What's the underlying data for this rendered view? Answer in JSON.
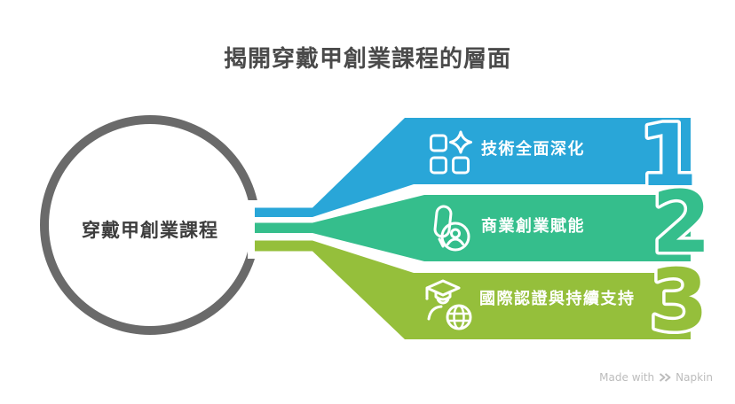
{
  "title": "揭開穿戴甲創業課程的層面",
  "center_circle": {
    "label": "穿戴甲創業課程"
  },
  "items": [
    {
      "number": "1",
      "label": "技術全面深化",
      "color": "#29A6D8",
      "icon": "apps-sparkle-icon"
    },
    {
      "number": "2",
      "label": "商業創業賦能",
      "color": "#35BE8C",
      "icon": "hand-person-icon"
    },
    {
      "number": "3",
      "label": "國際認證與持續支持",
      "color": "#95BF3B",
      "icon": "graduate-globe-icon"
    }
  ],
  "colors": {
    "ring": "#6A6A6A",
    "title_text": "#4A4A4A",
    "circle_label_text": "#3D3D3D",
    "ribbon_label_text": "#FFFFFF",
    "watermark_text": "#BCBCBC",
    "background": "#FFFFFF"
  },
  "watermark": {
    "prefix": "Made with",
    "brand": "Napkin"
  }
}
